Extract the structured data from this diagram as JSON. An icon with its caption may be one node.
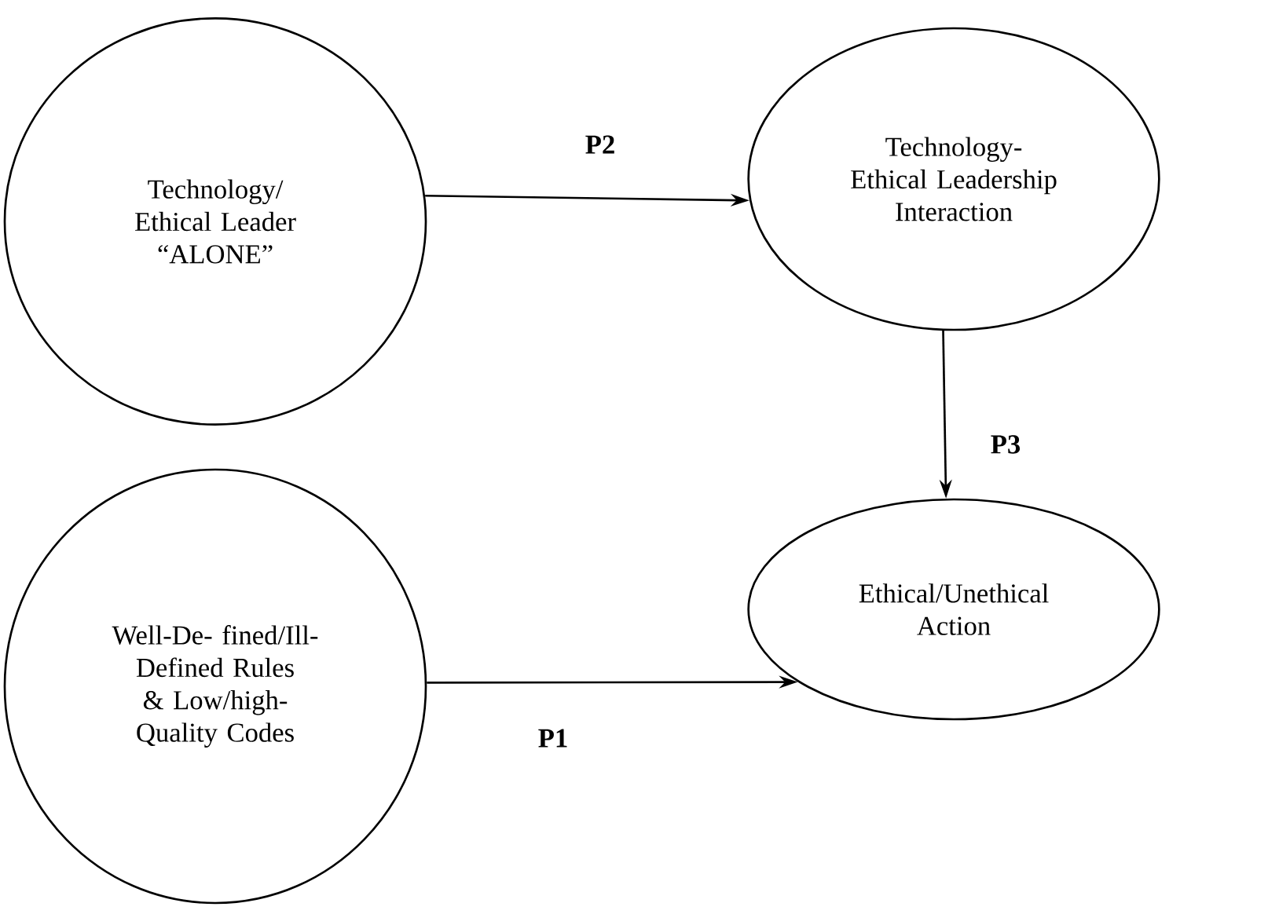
{
  "diagram": {
    "nodes": [
      {
        "text": [
          "Technology/ Ethical Leader “ALONE”"
        ]
      },
      {
        "text": [
          "Technology- Ethical Leadership Interaction"
        ]
      },
      {
        "text": [
          "Well-De- fined/Ill-Defined Rules & Low/high-Quality Codes"
        ]
      },
      {
        "text": [
          "Ethical/Unethical Action"
        ]
      }
    ],
    "edges": [
      {
        "from": 0,
        "to": 1,
        "arrow": "to",
        "label": "P2"
      },
      {
        "from": 1,
        "to": 3,
        "arrow": "to",
        "label": "P3"
      },
      {
        "from": 2,
        "to": 3,
        "arrow": "to",
        "label": "P1"
      }
    ]
  }
}
